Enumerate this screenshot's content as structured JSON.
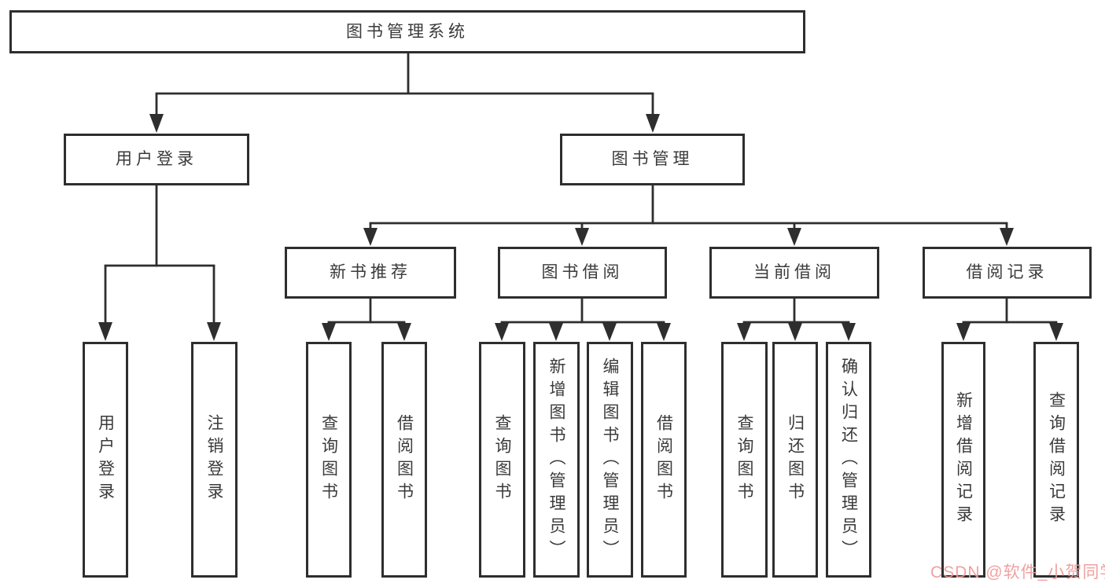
{
  "diagram_title": "图书管理系统",
  "nodes": {
    "root": {
      "label": "图书管理系统",
      "level": 1
    },
    "userLogin": {
      "label": "用户登录",
      "level": 2,
      "parent": "root"
    },
    "bookManagement": {
      "label": "图书管理",
      "level": 2,
      "parent": "root"
    },
    "newBookRecommend": {
      "label": "新书推荐",
      "level": 3,
      "parent": "bookManagement"
    },
    "bookBorrow": {
      "label": "图书借阅",
      "level": 3,
      "parent": "bookManagement"
    },
    "currentBorrow": {
      "label": "当前借阅",
      "level": 3,
      "parent": "bookManagement"
    },
    "borrowRecords": {
      "label": "借阅记录",
      "level": 3,
      "parent": "bookManagement"
    },
    "loginLeaf": {
      "label": "用户登录",
      "level": 4,
      "parent": "userLogin"
    },
    "logoutLeaf": {
      "label": "注销登录",
      "level": 4,
      "parent": "userLogin"
    },
    "queryBook1": {
      "label": "查询图书",
      "level": 4,
      "parent": "newBookRecommend"
    },
    "borrowBook1": {
      "label": "借阅图书",
      "level": 4,
      "parent": "newBookRecommend"
    },
    "queryBook2": {
      "label": "查询图书",
      "level": 4,
      "parent": "bookBorrow"
    },
    "addBook": {
      "label": "新增图书（管理员）",
      "level": 4,
      "parent": "bookBorrow"
    },
    "editBook": {
      "label": "编辑图书（管理员）",
      "level": 4,
      "parent": "bookBorrow"
    },
    "borrowBook2": {
      "label": "借阅图书",
      "level": 4,
      "parent": "bookBorrow"
    },
    "queryBook3": {
      "label": "查询图书",
      "level": 4,
      "parent": "currentBorrow"
    },
    "returnBook": {
      "label": "归还图书",
      "level": 4,
      "parent": "currentBorrow"
    },
    "confirmReturn": {
      "label": "确认归还（管理员）",
      "level": 4,
      "parent": "currentBorrow"
    },
    "addBorrowRecord": {
      "label": "新增借阅记录",
      "level": 4,
      "parent": "borrowRecords"
    },
    "queryBorrowRecord": {
      "label": "查询借阅记录",
      "level": 4,
      "parent": "borrowRecords"
    }
  },
  "structure": {
    "图书管理系统": {
      "用户登录": [
        "用户登录",
        "注销登录"
      ],
      "图书管理": {
        "新书推荐": [
          "查询图书",
          "借阅图书"
        ],
        "图书借阅": [
          "查询图书",
          "新增图书（管理员）",
          "编辑图书（管理员）",
          "借阅图书"
        ],
        "当前借阅": [
          "查询图书",
          "归还图书",
          "确认归还（管理员）"
        ],
        "借阅记录": [
          "新增借阅记录",
          "查询借阅记录"
        ]
      }
    }
  },
  "watermark": {
    "text": "CSDN @软件_小贺同学",
    "color": "#f09898"
  },
  "colors": {
    "background": "#ffffff",
    "box_border": "#2e2e2e",
    "connector_line": "#2e2e2e",
    "text": "#3a3a3a",
    "watermark": "#f09898"
  }
}
